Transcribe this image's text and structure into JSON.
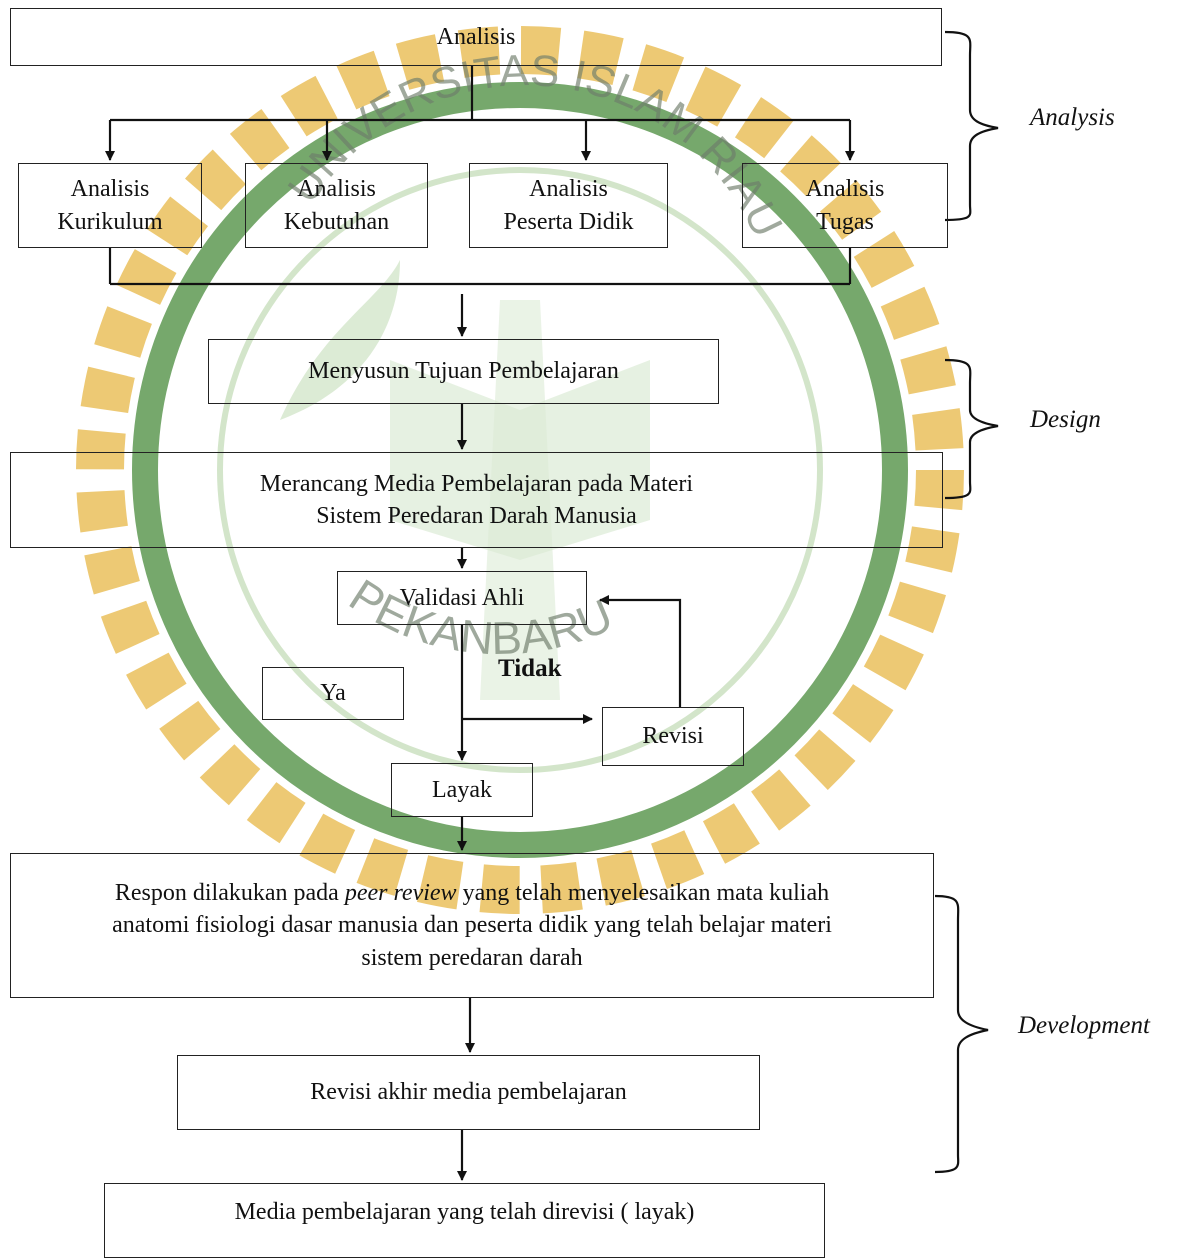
{
  "watermark": {
    "arc_top_text": "UNIVERSITAS ISLAM RIAU",
    "arc_bottom_text": "PEKANBARU",
    "colors": {
      "green": "#4c8d3f",
      "gold": "#e7b84a",
      "light_green": "#cfe3c5"
    }
  },
  "analysis": {
    "main": "Analisis",
    "sub": [
      {
        "line1": "Analisis",
        "line2": "Kurikulum"
      },
      {
        "line1": "Analisis",
        "line2": "Kebutuhan"
      },
      {
        "line1": "Analisis",
        "line2": "Peserta Didik"
      },
      {
        "line1": "Analisis",
        "line2": "Tugas"
      }
    ]
  },
  "design": {
    "objective": "Menyusun Tujuan Pembelajaran",
    "media_line1": "Merancang Media Pembelajaran pada Materi",
    "media_line2": "Sistem Peredaran Darah Manusia"
  },
  "development": {
    "validation": "Validasi Ahli",
    "no_label": "Tidak",
    "yes_label": "Ya",
    "revision": "Revisi",
    "feasible": "Layak",
    "response_l1_a": "Respon dilakukan pada ",
    "response_l1_em": "peer review",
    "response_l1_b": " yang telah menyelesaikan mata kuliah",
    "response_l2": "anatomi fisiologi dasar manusia dan peserta didik yang telah belajar materi",
    "response_l3": "sistem peredaran darah",
    "final_revision": "Revisi akhir media pembelajaran",
    "result": "Media pembelajaran yang telah direvisi ( layak)"
  },
  "phases": {
    "analysis": "Analysis",
    "design": "Design",
    "development": "Development"
  }
}
